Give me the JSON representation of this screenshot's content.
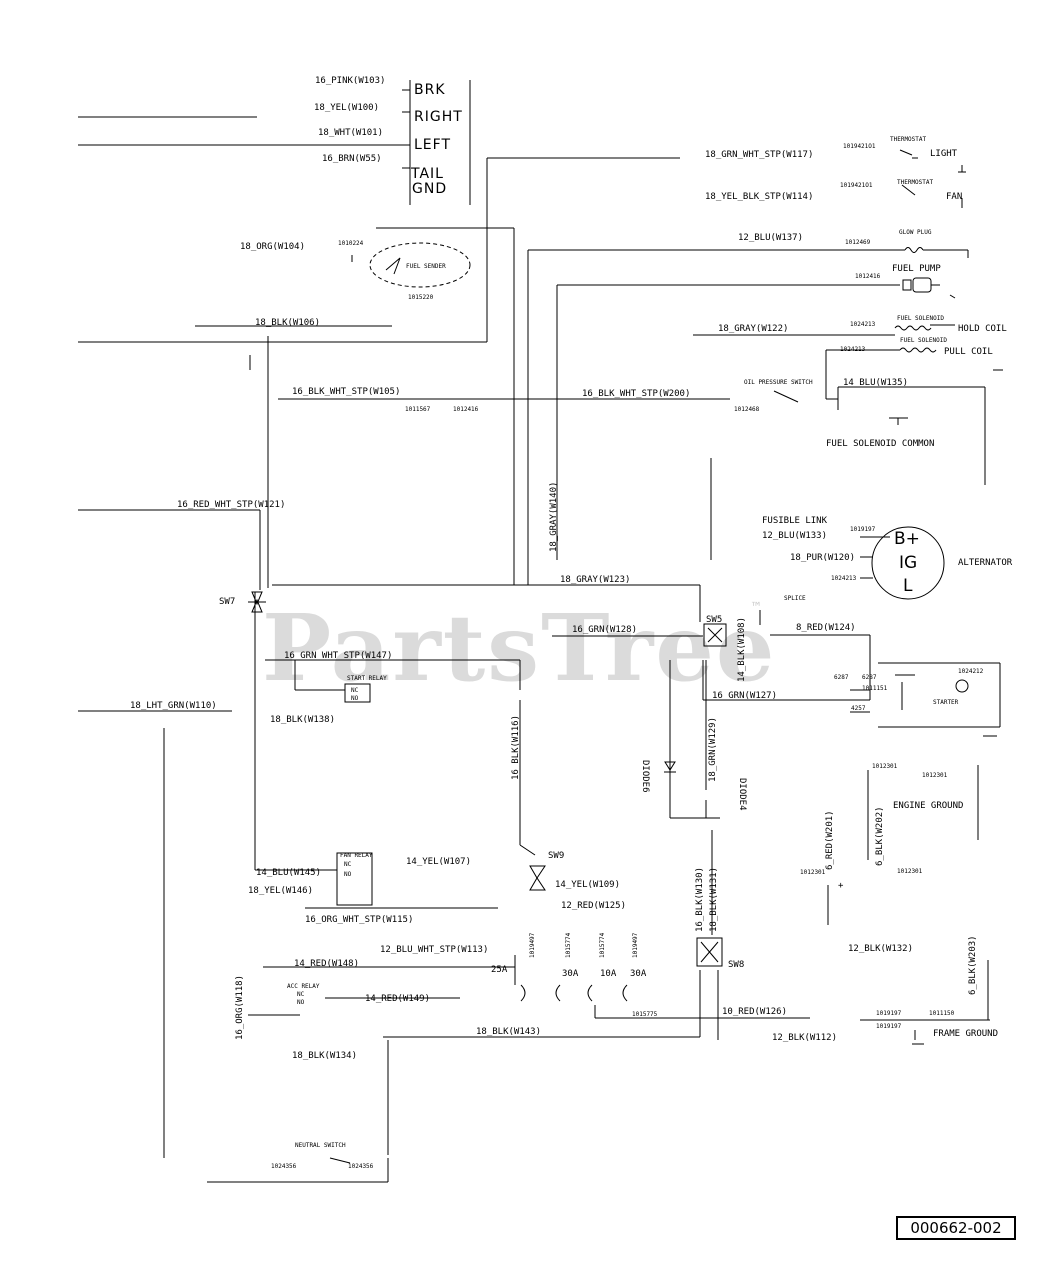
{
  "watermark": "PartsTree",
  "watermark_tm": "™",
  "diagram_id": "000662-002",
  "connector": {
    "wires": [
      "16_PINK(W103)",
      "18_YEL(W100)",
      "18_WHT(W101)",
      "16_BRN(W55)"
    ],
    "pins": [
      "BRK",
      "RIGHT",
      "LEFT",
      "TAIL",
      "GND"
    ]
  },
  "wires": {
    "w104": "18_ORG(W104)",
    "w106": "18_BLK(W106)",
    "w105": "16_BLK_WHT_STP(W105)",
    "w200": "16_BLK_WHT_STP(W200)",
    "w121": "16_RED_WHT_STP(W121)",
    "w110": "18_LHT_GRN(W110)",
    "w117": "18_GRN_WHT_STP(W117)",
    "w114": "18_YEL_BLK_STP(W114)",
    "w137": "12_BLU(W137)",
    "w122": "18_GRAY(W122)",
    "w135": "14_BLU(W135)",
    "w140": "18_GRAY(W140)",
    "w133": "12_BLU(W133)",
    "w120": "18_PUR(W120)",
    "w123": "18_GRAY(W123)",
    "w128": "16_GRN(W128)",
    "w108": "14_BLK(W108)",
    "w124": "8_RED(W124)",
    "w147": "16_GRN_WHT_STP(W147)",
    "w127": "16_GRN(W127)",
    "w138": "18_BLK(W138)",
    "w116": "16_BLK(W116)",
    "w129": "18_GRN(W129)",
    "w201": "6_RED(W201)",
    "w202": "6_BLK(W202)",
    "w145": "14_BLU(W145)",
    "w107": "14_YEL(W107)",
    "w146": "18_YEL(W146)",
    "w109": "14_YEL(W109)",
    "w115": "16_ORG_WHT_STP(W115)",
    "w125": "12_RED(W125)",
    "w130": "16_BLK(W130)",
    "w131": "18_BLK(W131)",
    "w113": "12_BLU_WHT_STP(W113)",
    "w148": "14_RED(W148)",
    "w118": "16_ORG(W118)",
    "w149": "14_RED(W149)",
    "w143": "18_BLK(W143)",
    "w126": "10_RED(W126)",
    "w132": "12_BLK(W132)",
    "w203": "6_BLK(W203)",
    "w134": "18_BLK(W134)",
    "w112": "12_BLK(W112)"
  },
  "components": {
    "fuel_sender": "FUEL SENDER",
    "thermostat": "THERMOSTAT",
    "light": "LIGHT",
    "fan": "FAN",
    "glow_plug": "GLOW PLUG",
    "fuel_pump": "FUEL PUMP",
    "fuel_solenoid": "FUEL SOLENOID",
    "hold_coil": "HOLD COIL",
    "pull_coil": "PULL COIL",
    "oil_pressure_switch": "OIL PRESSURE SWITCH",
    "fuel_solenoid_common": "FUEL SOLENOID COMMON",
    "fusible_link": "FUSIBLE LINK",
    "alternator": "ALTERNATOR",
    "alt_b": "B+",
    "alt_ig": "IG",
    "alt_l": "L",
    "splice": "SPLICE",
    "starter": "STARTER",
    "start_relay": "START RELAY",
    "fan_relay": "FAN RELAY",
    "acc_relay": "ACC RELAY",
    "engine_ground": "ENGINE GROUND",
    "frame_ground": "FRAME GROUND",
    "neutral_switch": "NEUTRAL SWITCH",
    "diode_a": "DIODE6",
    "diode_b": "DIODE4",
    "nc": "NC",
    "no": "NO",
    "sw7": "SW7",
    "sw5": "SW5",
    "sw9": "SW9",
    "sw8": "SW8",
    "fuse_25a": "25A",
    "fuse_30a_a": "30A",
    "fuse_10a": "10A",
    "fuse_30a_b": "30A",
    "plus": "+"
  },
  "part_numbers": {
    "p1010224": "1010224",
    "p1015220": "1015220",
    "p1019421_a": "1019421O1",
    "p1019421_b": "1019421O1",
    "p1012469": "1012469",
    "p1012416_a": "1012416",
    "p1024213_a": "1024213",
    "p1024213_b": "1024213",
    "p1011567": "1011567",
    "p1012416_b": "1012416",
    "p1012468": "1012468",
    "p1019197_a": "1019197",
    "p1024213_c": "1024213",
    "p6287_a": "6287",
    "p6287_b": "6287",
    "p1011151": "1011151",
    "p4257": "4257",
    "p1024212": "1024212",
    "p1012301_a": "1012301",
    "p1012301_b": "1012301",
    "p1012301_c": "1012301",
    "p1012301_d": "1012301",
    "p1019497_a": "1019497",
    "p1015774_a": "1015774",
    "p1015774_b": "1015774",
    "p1019497_b": "1019497",
    "p1015775": "1015775",
    "p1019197_b": "1019197",
    "p1019197_c": "1019197",
    "p1011150": "1011150",
    "p1024356_a": "1024356",
    "p1024356_b": "1024356"
  }
}
